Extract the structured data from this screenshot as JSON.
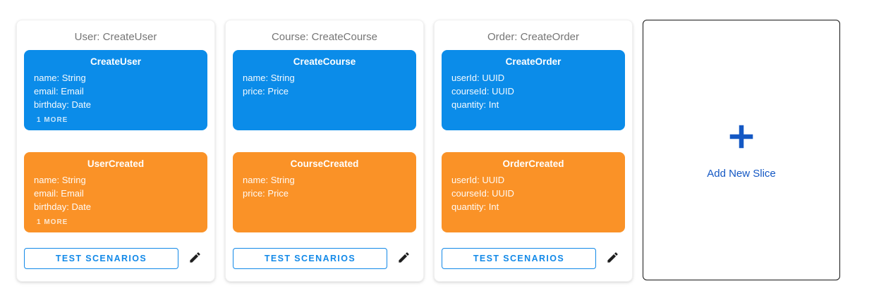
{
  "colors": {
    "command_bg": "#0b8ce9",
    "event_bg": "#fa9227",
    "button_blue": "#1289e8",
    "add_blue": "#1458c4",
    "title_gray": "#757575"
  },
  "slices": [
    {
      "title": "User: CreateUser",
      "command": {
        "name": "CreateUser",
        "fields": [
          "name: String",
          "email: Email",
          "birthday: Date"
        ],
        "more": "1 MORE"
      },
      "event": {
        "name": "UserCreated",
        "fields": [
          "name: String",
          "email: Email",
          "birthday: Date"
        ],
        "more": "1 MORE"
      },
      "test_button_label": "TEST SCENARIOS",
      "edit_icon": "pencil-icon"
    },
    {
      "title": "Course: CreateCourse",
      "command": {
        "name": "CreateCourse",
        "fields": [
          "name: String",
          "price: Price"
        ],
        "more": ""
      },
      "event": {
        "name": "CourseCreated",
        "fields": [
          "name: String",
          "price: Price"
        ],
        "more": ""
      },
      "test_button_label": "TEST SCENARIOS",
      "edit_icon": "pencil-icon"
    },
    {
      "title": "Order: CreateOrder",
      "command": {
        "name": "CreateOrder",
        "fields": [
          "userId: UUID",
          "courseId: UUID",
          "quantity: Int"
        ],
        "more": ""
      },
      "event": {
        "name": "OrderCreated",
        "fields": [
          "userId: UUID",
          "courseId: UUID",
          "quantity: Int"
        ],
        "more": ""
      },
      "test_button_label": "TEST SCENARIOS",
      "edit_icon": "pencil-icon"
    }
  ],
  "add_card": {
    "label": "Add New Slice",
    "icon": "plus-icon"
  }
}
